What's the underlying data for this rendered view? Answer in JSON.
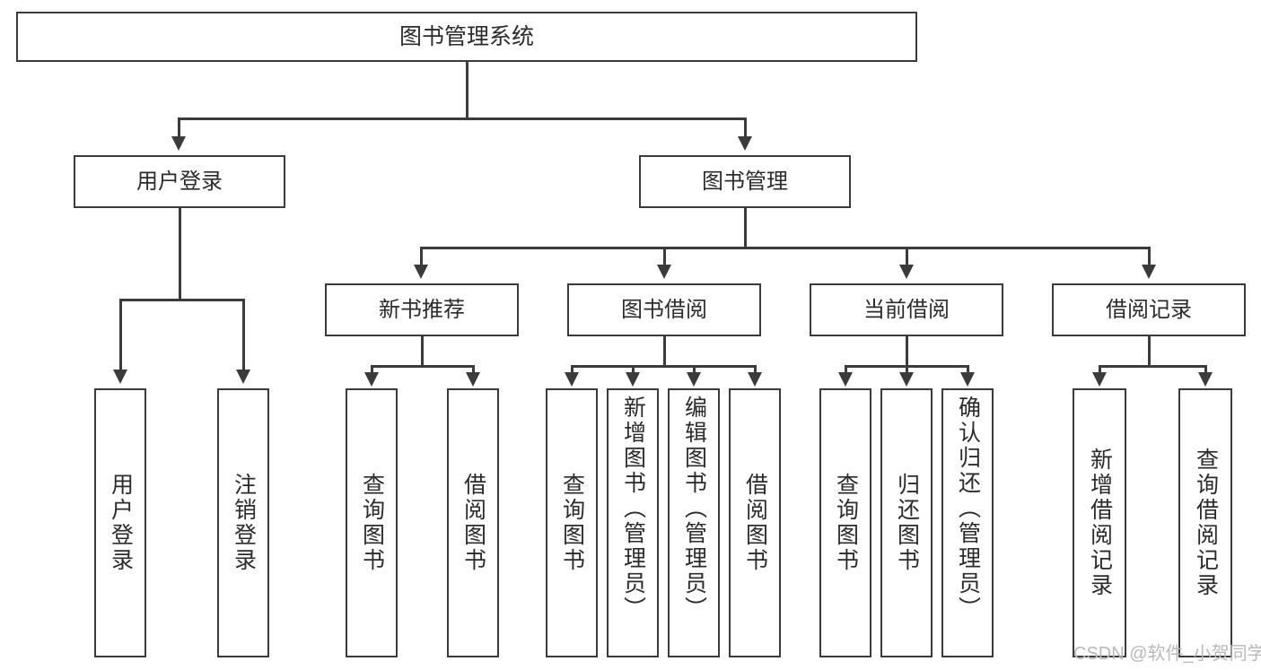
{
  "diagram": {
    "title": "图书管理系统",
    "type": "tree",
    "root": {
      "label": "图书管理系统"
    },
    "level2": [
      {
        "label": "用户登录"
      },
      {
        "label": "图书管理"
      }
    ],
    "level3": [
      {
        "label": "新书推荐"
      },
      {
        "label": "图书借阅"
      },
      {
        "label": "当前借阅"
      },
      {
        "label": "借阅记录"
      }
    ],
    "leaves": {
      "user_login": [
        {
          "label": "用户登录"
        },
        {
          "label": "注销登录"
        }
      ],
      "new_book": [
        {
          "label": "查询图书"
        },
        {
          "label": "借阅图书"
        }
      ],
      "book_borrow": [
        {
          "label": "查询图书"
        },
        {
          "label": "新增图书（管理员）"
        },
        {
          "label": "编辑图书（管理员）"
        },
        {
          "label": "借阅图书"
        }
      ],
      "current_borrow": [
        {
          "label": "查询图书"
        },
        {
          "label": "归还图书"
        },
        {
          "label": "确认归还（管理员）"
        }
      ],
      "borrow_record": [
        {
          "label": "新增借阅记录"
        },
        {
          "label": "查询借阅记录"
        }
      ]
    }
  },
  "watermark": {
    "text": "CSDN @软件_小贺同学"
  },
  "colors": {
    "stroke": "#3b3b3b",
    "text": "#2b2b2b",
    "background": "#ffffff",
    "watermark": "#b9b9b9"
  }
}
